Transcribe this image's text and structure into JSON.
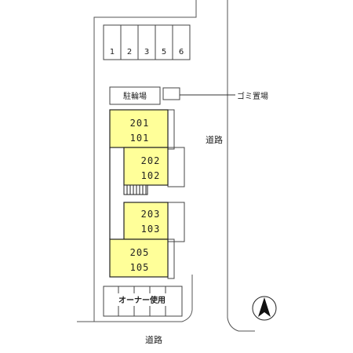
{
  "parking_spaces": [
    "1",
    "2",
    "3",
    "5",
    "6"
  ],
  "bike_parking": "駐輪場",
  "garbage": "ゴミ置場",
  "road_east": "道路",
  "road_south": "道路",
  "owner_parking": "オーナー使用",
  "units": [
    {
      "upper": "201",
      "lower": "101"
    },
    {
      "upper": "202",
      "lower": "102"
    },
    {
      "upper": "203",
      "lower": "103"
    },
    {
      "upper": "205",
      "lower": "105"
    }
  ],
  "colors": {
    "building": "#FFFF99",
    "building_stroke": "#222222",
    "line": "#444444"
  }
}
